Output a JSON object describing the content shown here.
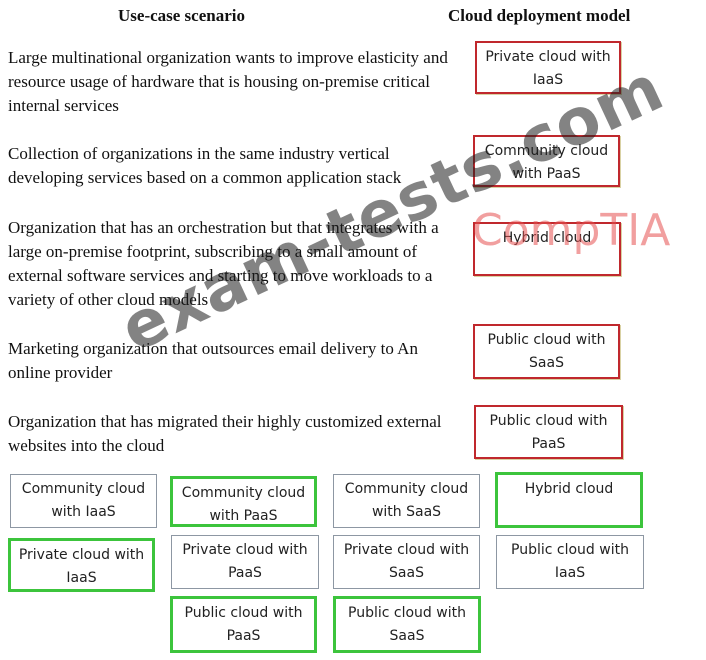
{
  "headers": {
    "left": "Use-case scenario",
    "right": "Cloud deployment model"
  },
  "scenarios": [
    {
      "text": "Large multinational organization wants to improve elasticity and resource usage of hardware that is housing on-premise critical internal services",
      "answer": "Private cloud with IaaS"
    },
    {
      "text": "Collection of organizations in the same industry vertical developing services based on a common application stack",
      "answer": "Community cloud with PaaS"
    },
    {
      "text": "Organization that has an orchestration but that integrates with a large on-premise footprint, subscribing to a small amount of external software services and starting to move workloads to a variety of other cloud models",
      "answer": "Hybrid cloud"
    },
    {
      "text": "Marketing organization that outsources email delivery to An online provider",
      "answer": "Public cloud with SaaS"
    },
    {
      "text": "Organization that has migrated their highly customized external websites into the cloud",
      "answer": "Public cloud with PaaS"
    }
  ],
  "options": [
    {
      "label": "Community cloud with IaaS",
      "selected": false
    },
    {
      "label": "Community cloud with PaaS",
      "selected": true
    },
    {
      "label": "Community cloud with SaaS",
      "selected": false
    },
    {
      "label": "Hybrid cloud",
      "selected": true
    },
    {
      "label": "Private cloud with IaaS",
      "selected": true
    },
    {
      "label": "Private cloud with PaaS",
      "selected": false
    },
    {
      "label": "Private cloud with SaaS",
      "selected": false
    },
    {
      "label": "Public cloud with IaaS",
      "selected": false
    },
    {
      "label": "Public cloud with PaaS",
      "selected": true
    },
    {
      "label": "Public cloud with SaaS",
      "selected": true
    }
  ],
  "watermark": "exam-tests.com",
  "logo_text": "CompTIA",
  "colors": {
    "answer_border": "#c0282d",
    "option_border": "#8d97a3",
    "selected_border": "#3cc43c"
  }
}
